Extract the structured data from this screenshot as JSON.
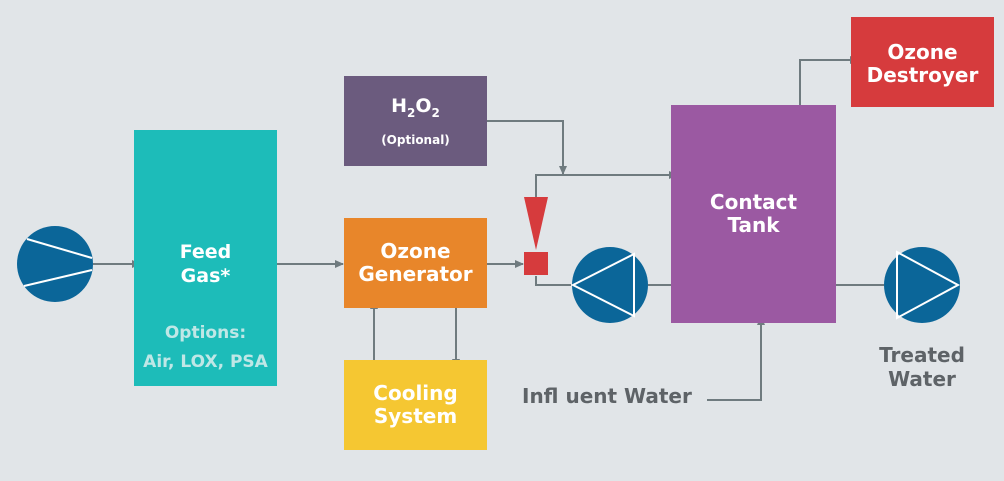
{
  "nodes": {
    "feed_gas": {
      "title": "Feed\nGas*",
      "options_heading": "Options:",
      "options": "Air, LOX, PSA"
    },
    "ozone_generator": {
      "line1": "Ozone",
      "line2": "Generator"
    },
    "cooling_system": {
      "line1": "Cooling",
      "line2": "System"
    },
    "h2o2": {
      "base": "H",
      "sub1": "2",
      "mid": "O",
      "sub2": "2",
      "note": "(Optional)"
    },
    "contact_tank": {
      "line1": "Contact",
      "line2": "Tank"
    },
    "ozone_destroyer": {
      "line1": "Ozone",
      "line2": "Destroyer"
    }
  },
  "labels": {
    "treated_line1": "Treated",
    "treated_line2": "Water",
    "influent": "Infl uent Water"
  },
  "colors": {
    "background": "#e1e5e8",
    "feed_gas": "#1dbcb9",
    "ozone_generator": "#e8862a",
    "cooling_system": "#f5c732",
    "h2o2": "#6b5b7e",
    "contact_tank": "#9b59a2",
    "ozone_destroyer": "#d63b3d",
    "pump": "#0b6699",
    "injector": "#d63b3d",
    "connector": "#6f7b7f",
    "label": "#5e6367"
  },
  "icons": [
    "compressor-icon",
    "pump-icon",
    "venturi-injector-icon"
  ]
}
